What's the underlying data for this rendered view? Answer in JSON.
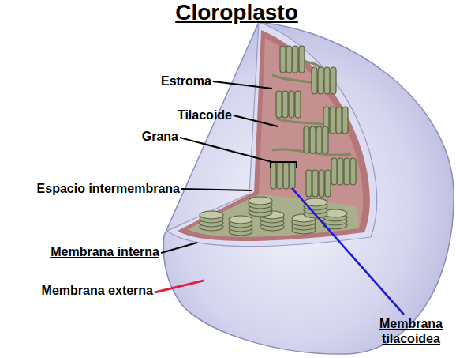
{
  "diagram": {
    "title": "Cloroplasto",
    "labels": [
      "Estroma",
      "Tilacoide",
      "Grana",
      "Espacio intermembrana",
      "Membrana interna",
      "Membrana externa",
      "Membrana tilacoidea"
    ]
  }
}
